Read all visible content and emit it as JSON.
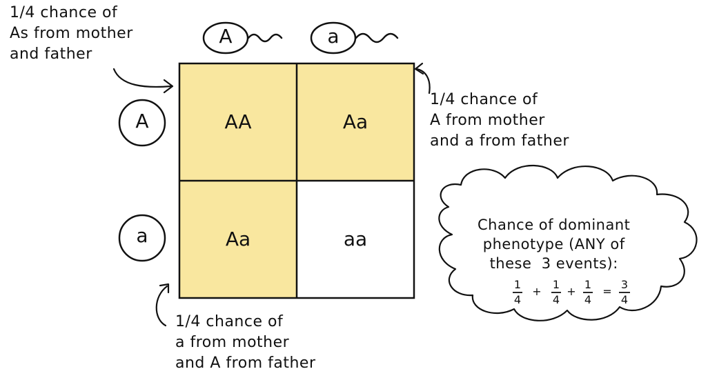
{
  "colors": {
    "dominant_fill": "#f9e79f",
    "recessive_fill": "#ffffff",
    "ink": "#111111"
  },
  "top_alleles": [
    "A",
    "a"
  ],
  "left_alleles": [
    "A",
    "a"
  ],
  "cells": [
    "AA",
    "Aa",
    "Aa",
    "aa"
  ],
  "notes": {
    "top_left": "1/4 chance of\nAs from mother\nand father",
    "right": "1/4 chance of\nA from mother\nand a from father",
    "bottom_left": "1/4 chance of\na from mother\nand A from father"
  },
  "cloud": {
    "text": "Chance of dominant\nphenotype (ANY of\nthese  3 events):",
    "equation": {
      "terms": [
        {
          "num": "1",
          "den": "4"
        },
        {
          "num": "1",
          "den": "4"
        },
        {
          "num": "1",
          "den": "4"
        }
      ],
      "plus": "+",
      "equals": "=",
      "result": {
        "num": "3",
        "den": "4"
      }
    }
  }
}
